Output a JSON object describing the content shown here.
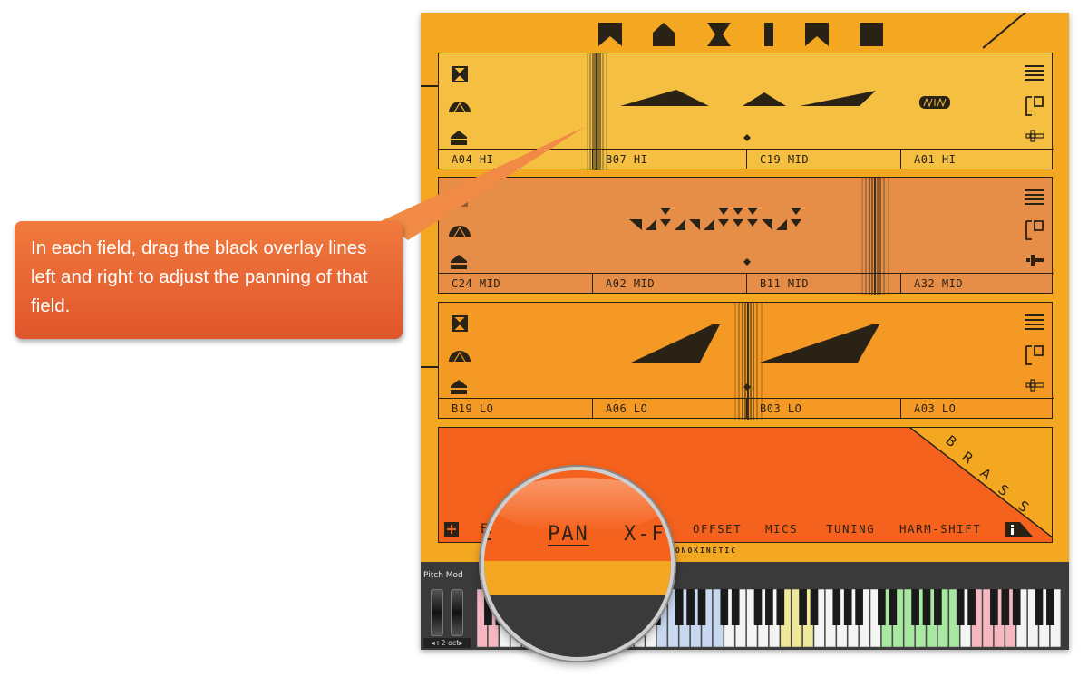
{
  "fields": [
    {
      "id": "hi",
      "slots": [
        "A04 HI",
        "B07 HI",
        "C19 MID",
        "A01 HI"
      ]
    },
    {
      "id": "mid",
      "slots": [
        "C24 MID",
        "A02 MID",
        "B11 MID",
        "A32 MID"
      ]
    },
    {
      "id": "lo",
      "slots": [
        "B19 LO",
        "A06 LO",
        "B03 LO",
        "A03 LO"
      ]
    }
  ],
  "menu": {
    "tabs": [
      "PAN",
      "X-F",
      "OFFSET",
      "MICS",
      "TUNING",
      "HARM-SHIFT"
    ],
    "partial_tab": "E",
    "active_tab": "PAN",
    "brand_letters": [
      "B",
      "R",
      "A",
      "S",
      "S"
    ],
    "maker": "SONOKINETIC"
  },
  "keyboard": {
    "pitch_label": "Pitch Mod",
    "octave": "+2 oct"
  },
  "callout": {
    "text": "In each field, drag the black overlay lines left and right to adjust the panning of that field."
  },
  "colors": {
    "accent": "#f4a721",
    "field_hi": "#f5c041",
    "field_mid": "#e68e47",
    "field_lo": "#f49a24",
    "menu": "#f5621d",
    "ink": "#2b2216",
    "callout": "#e96a35"
  }
}
